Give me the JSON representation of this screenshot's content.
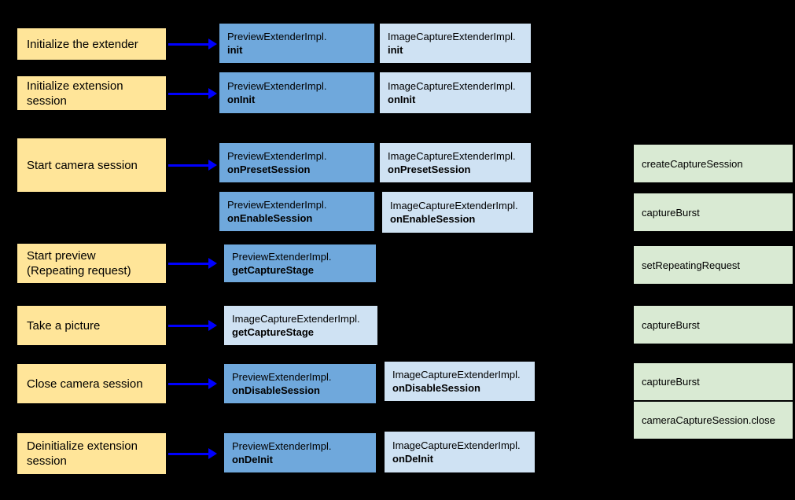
{
  "colors": {
    "background": "#000000",
    "step": "#ffe599",
    "preview": "#6fa8dc",
    "image-capture": "#cfe2f3",
    "camera2": "#d9ead3",
    "arrow": "#0000ff",
    "text": "#000000"
  },
  "classes": {
    "preview": "PreviewExtenderImpl.",
    "image_capture": "ImageCaptureExtenderImpl."
  },
  "boxes": {
    "yellow": [
      "Initialize the extender",
      "Initialize extension session",
      "Start camera session",
      "Start preview (Repeating request)",
      "Take a picture",
      "Close camera session",
      "Deinitialize extension session"
    ],
    "preview_methods": [
      "init",
      "onInit",
      "onPresetSession",
      "onEnableSession",
      "getCaptureStage",
      "onDisableSession",
      "onDeInit"
    ],
    "image_methods": [
      "init",
      "onInit",
      "onPresetSession",
      "onEnableSession",
      "getCaptureStage",
      "onDisableSession",
      "onDeInit"
    ],
    "camera2": [
      "createCaptureSession",
      "captureBurst",
      "setRepeatingRequest",
      "captureBurst",
      "captureBurst",
      "cameraCaptureSession.close"
    ]
  }
}
